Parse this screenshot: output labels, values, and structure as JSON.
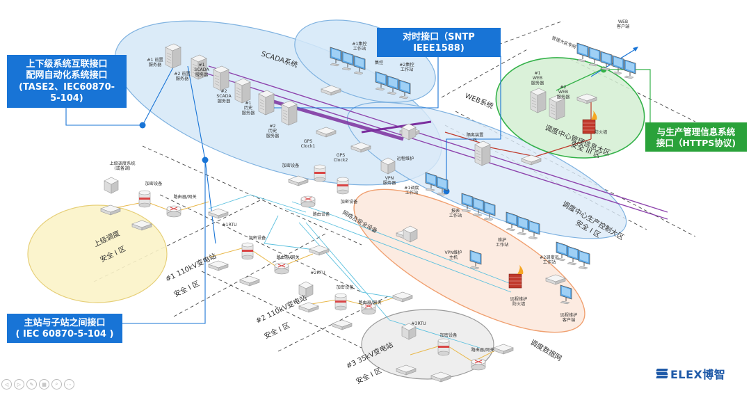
{
  "callouts": {
    "upper_interface": [
      "上下级系统互联接口",
      "配网自动化系统接口",
      "(TASE2、IEC60870-",
      "5-104)"
    ],
    "timing_interface": [
      "对时接口（SNTP",
      "IEEE1588)"
    ],
    "mgmt_interface": [
      "与生产管理信息系统",
      "接口（HTTPS协议)"
    ],
    "substation_interface": [
      "主站与子站之间接口",
      "( IEC 60870-5-104 )"
    ]
  },
  "zones": {
    "scada": "SCADA系统",
    "web": "WEB系统",
    "mgmt_zone": [
      "调度中心管理信息大区",
      "安全 III 区"
    ],
    "prod_zone": [
      "调度中心生产控制大区",
      "安全 I 区"
    ],
    "upper_dispatch": [
      "上级调度",
      "安全 I 区"
    ],
    "sub1": [
      "#1 110kV变电站",
      "安全 I 区"
    ],
    "sub2": [
      "#2 110kV变电站",
      "安全 I 区"
    ],
    "sub3": [
      "#3 35kV变电站",
      "安全 I 区"
    ],
    "dispatch_net": "调度数据网",
    "net_security": "网络及安全设备",
    "mgmt_network": "管理大区专网"
  },
  "devices": {
    "fe1": [
      "#1 前置",
      "服务器"
    ],
    "fe2": [
      "#2 前置",
      "服务器"
    ],
    "scada1": [
      "#1",
      "SCADA",
      "服务器"
    ],
    "scada2": [
      "#2",
      "SCADA",
      "服务器"
    ],
    "hist1": [
      "#1",
      "历史",
      "服务器"
    ],
    "hist2": [
      "#2",
      "历史",
      "服务器"
    ],
    "gps1": [
      "GPS",
      "Clock1"
    ],
    "gps2": [
      "GPS",
      "Clock2"
    ],
    "ctrl_ws1": [
      "#1集控",
      "工作站"
    ],
    "ctrl_ws2": [
      "#2集控",
      "工作站"
    ],
    "jikong": "集控",
    "web_client": [
      "WEB",
      "客户端"
    ],
    "web1": [
      "#1",
      "WEB",
      "服务器"
    ],
    "web2": [
      "#2",
      "WEB",
      "服务器"
    ],
    "firewall": "防火墙",
    "isolation": [
      "隔离装置",
      "IS"
    ],
    "remote_maint": "远程维护",
    "vpn_server": [
      "VPN",
      "服务器"
    ],
    "dispatcher1": [
      "#1调度",
      "工作站"
    ],
    "report_ws": [
      "报表",
      "工作站"
    ],
    "maint_ws": [
      "维护",
      "工作站"
    ],
    "dispatcher2": [
      "#2调度员",
      "工作站"
    ],
    "vpn_host": [
      "VPN维护",
      "主机"
    ],
    "remote_fw": [
      "远程维护",
      "防火墙"
    ],
    "remote_client": [
      "远程维护",
      "客户端"
    ],
    "enc_main": "加密设备",
    "router_main": "路由设备",
    "enc_main2": "加密设备",
    "upper_sys": [
      "上级调度系统",
      "(或备调)"
    ],
    "upper_enc": "加密设备",
    "upper_router": "路由器/网关",
    "rtu1": "#1RTU",
    "rtu1_enc": "加密设备",
    "rtu1_router": "路由器/网关",
    "rtu2": "#2RTU",
    "rtu2_enc": "加密设备",
    "rtu2_router": "路由器/网关",
    "rtu3": "#3RTU",
    "rtu3_enc": "加密设备",
    "rtu3_router": "路由器/网关"
  },
  "logo": {
    "text": "ELEX博智"
  },
  "colors": {
    "callout_blue": "#1874d6",
    "callout_green": "#2aa23a",
    "scada_fill": "#d6e9f8",
    "orange_zone": "#f3a77a",
    "green_zone": "#35b24a",
    "purple_bus": "#8e44ad"
  }
}
